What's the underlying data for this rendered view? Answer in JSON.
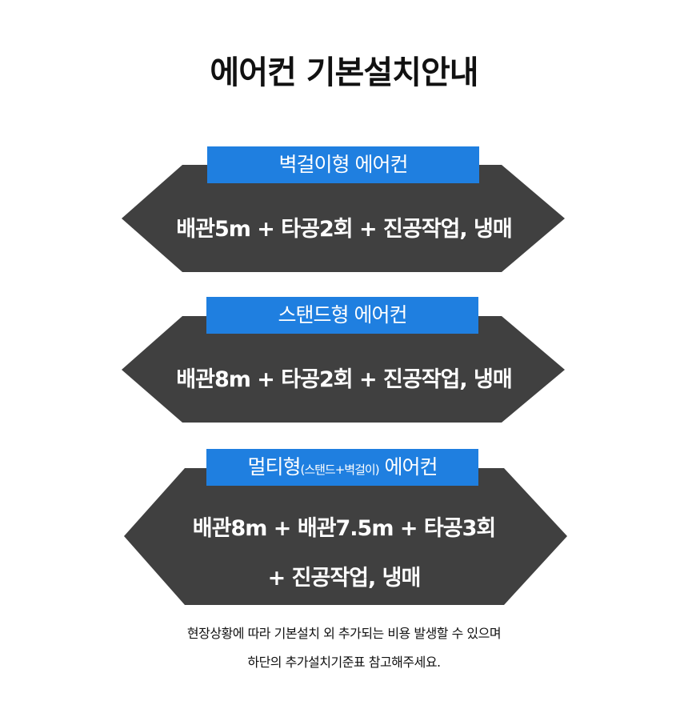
{
  "title": "에어컨 기본설치안내",
  "panels": [
    {
      "label": "벽걸이형 에어컨",
      "lines": [
        "배관5m + 타공2회 + 진공작업, 냉매"
      ]
    },
    {
      "label": "스탠드형 에어컨",
      "lines": [
        "배관8m + 타공2회 + 진공작업, 냉매"
      ]
    },
    {
      "label_main": "멀티형",
      "label_sub": "(스탠드+벽걸이)",
      "label_end": "에어컨",
      "lines": [
        "배관8m + 배관7.5m + 타공3회",
        "+ 진공작업, 냉매"
      ]
    }
  ],
  "note": [
    "현장상황에 따라 기본설치 외 추가되는 비용 발생할 수 있으며",
    "하단의 추가설치기준표 참고해주세요."
  ],
  "colors": {
    "panel": "#404040",
    "label": "#1f7fe0"
  }
}
